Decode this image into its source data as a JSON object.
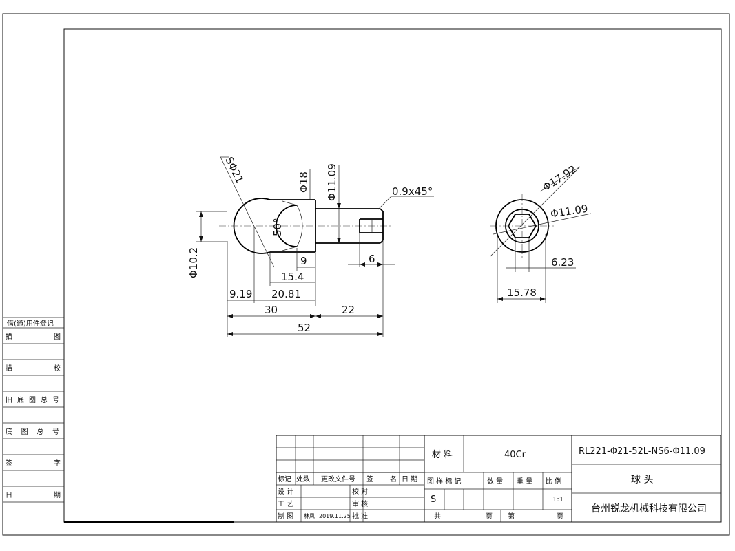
{
  "left_column": {
    "register_title": "借(通)用件登记",
    "rows": [
      "描 图",
      "描 校",
      "旧底图总号",
      "底 图 总 号",
      "签 字",
      "日 期"
    ]
  },
  "dimensions": {
    "sphere": "SΦ21",
    "dia_10_2": "Φ10.2",
    "dia_18": "Φ18",
    "dia_11_09_front": "Φ11.09",
    "chamfer": "0.9x45°",
    "angle_50": "50°",
    "len_9": "9",
    "len_6": "6",
    "len_15_4": "15.4",
    "len_9_19": "9.19",
    "len_20_81": "20.81",
    "len_30": "30",
    "len_22": "22",
    "len_52": "52",
    "side_dia_17_92": "Φ17.92",
    "side_dia_11_09": "Φ11.09",
    "side_6_23": "6.23",
    "side_15_78": "15.78"
  },
  "title_block": {
    "material_label": "材 料",
    "material_value": "40Cr",
    "part_code": "RL221-Φ21-52L-NS6-Φ11.09",
    "part_name": "球 头",
    "company": "台州锐龙机械科技有限公司",
    "rev_headers": [
      "标记",
      "处数",
      "更改文件号",
      "签",
      "名",
      "日 期"
    ],
    "sample_headers": [
      "图 样 标 记",
      "数 量",
      "重 量",
      "比 例"
    ],
    "design": "设 计",
    "process": "工 艺",
    "drawn": "制 图",
    "check": "校 对",
    "review": "审 核",
    "approve": "批 准",
    "drawer_name": "林凤",
    "drawn_date": "2019.11.25",
    "sample_mark": "S",
    "scale": "1:1",
    "sheets_total": "共",
    "sheet_unit": "页",
    "sheet_no": "第",
    "sheet_unit2": "页"
  }
}
